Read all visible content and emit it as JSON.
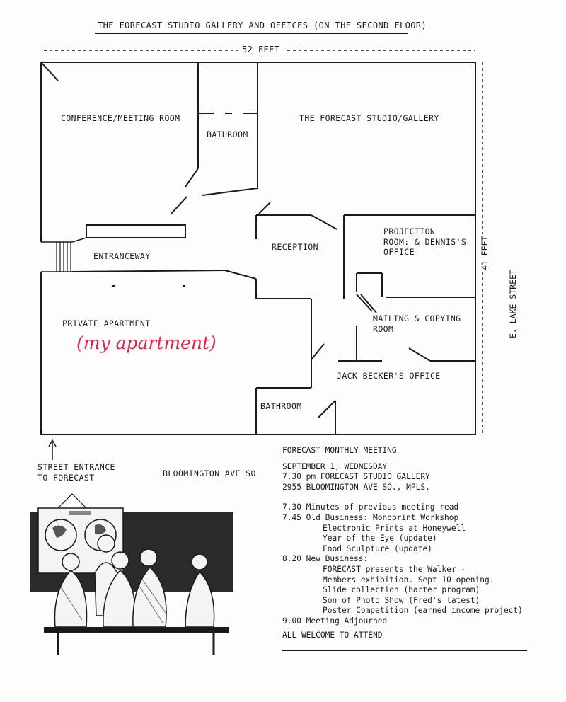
{
  "header": {
    "title": "THE FORECAST STUDIO GALLERY AND OFFICES (ON THE SECOND FLOOR)"
  },
  "dimensions": {
    "width_label": "52 FEET",
    "height_label": "41 FEET"
  },
  "street_east": "E. LAKE STREET",
  "rooms": {
    "conference": "CONFERENCE/MEETING ROOM",
    "bathroom_top": "BATHROOM",
    "studio": "THE FORECAST STUDIO/GALLERY",
    "entranceway": "ENTRANCEWAY",
    "reception": "RECEPTION",
    "projection_1": "PROJECTION",
    "projection_2": "ROOM: & DENNIS'S",
    "projection_3": "OFFICE",
    "mailing_1": "MAILING & COPYING",
    "mailing_2": "ROOM",
    "apartment": "PRIVATE APARTMENT",
    "jack": "JACK BECKER'S OFFICE",
    "bathroom_bottom": "BATHROOM"
  },
  "annotation": "(my apartment)",
  "street_entrance_1": "STREET ENTRANCE",
  "street_entrance_2": "TO FORECAST",
  "street_south": "BLOOMINGTON AVE SO",
  "meeting": {
    "heading": "FORECAST MONTHLY MEETING",
    "date": "SEPTEMBER 1, WEDNESDAY",
    "time_place": "7.30 pm FORECAST STUDIO GALLERY",
    "address": "2955 BLOOMINGTON AVE SO., MPLS.",
    "item_1": "7.30 Minutes of previous meeting read",
    "item_2": "7.45 Old Business: Monoprint Workshop",
    "item_2a": "Electronic Prints at Honeywell",
    "item_2b": "Year of the Eye (update)",
    "item_2c": "Food Sculpture (update)",
    "item_3": "8.20 New Business:",
    "item_3a": "FORECAST presents the Walker -",
    "item_3b": "Members exhibition. Sept 10 opening.",
    "item_3c": "Slide collection (barter program)",
    "item_3d": "Son of Photo Show (Fred's latest)",
    "item_3e": "Poster Competition (earned income project)",
    "item_4": "9.00 Meeting Adjourned",
    "closing": "ALL WELCOME TO ATTEND"
  },
  "colors": {
    "ink": "#1a1a1a",
    "annotation_red": "#d6264f",
    "paper": "#fdfdfb"
  }
}
